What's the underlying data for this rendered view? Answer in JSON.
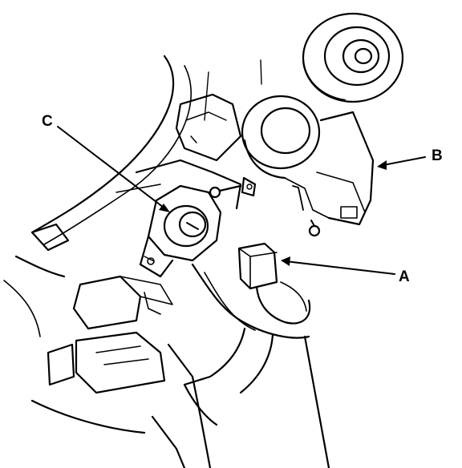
{
  "labels": {
    "a": "A",
    "b": "B",
    "c": "C"
  },
  "colors": {
    "ink": "#000000",
    "paper": "#ffffff"
  }
}
